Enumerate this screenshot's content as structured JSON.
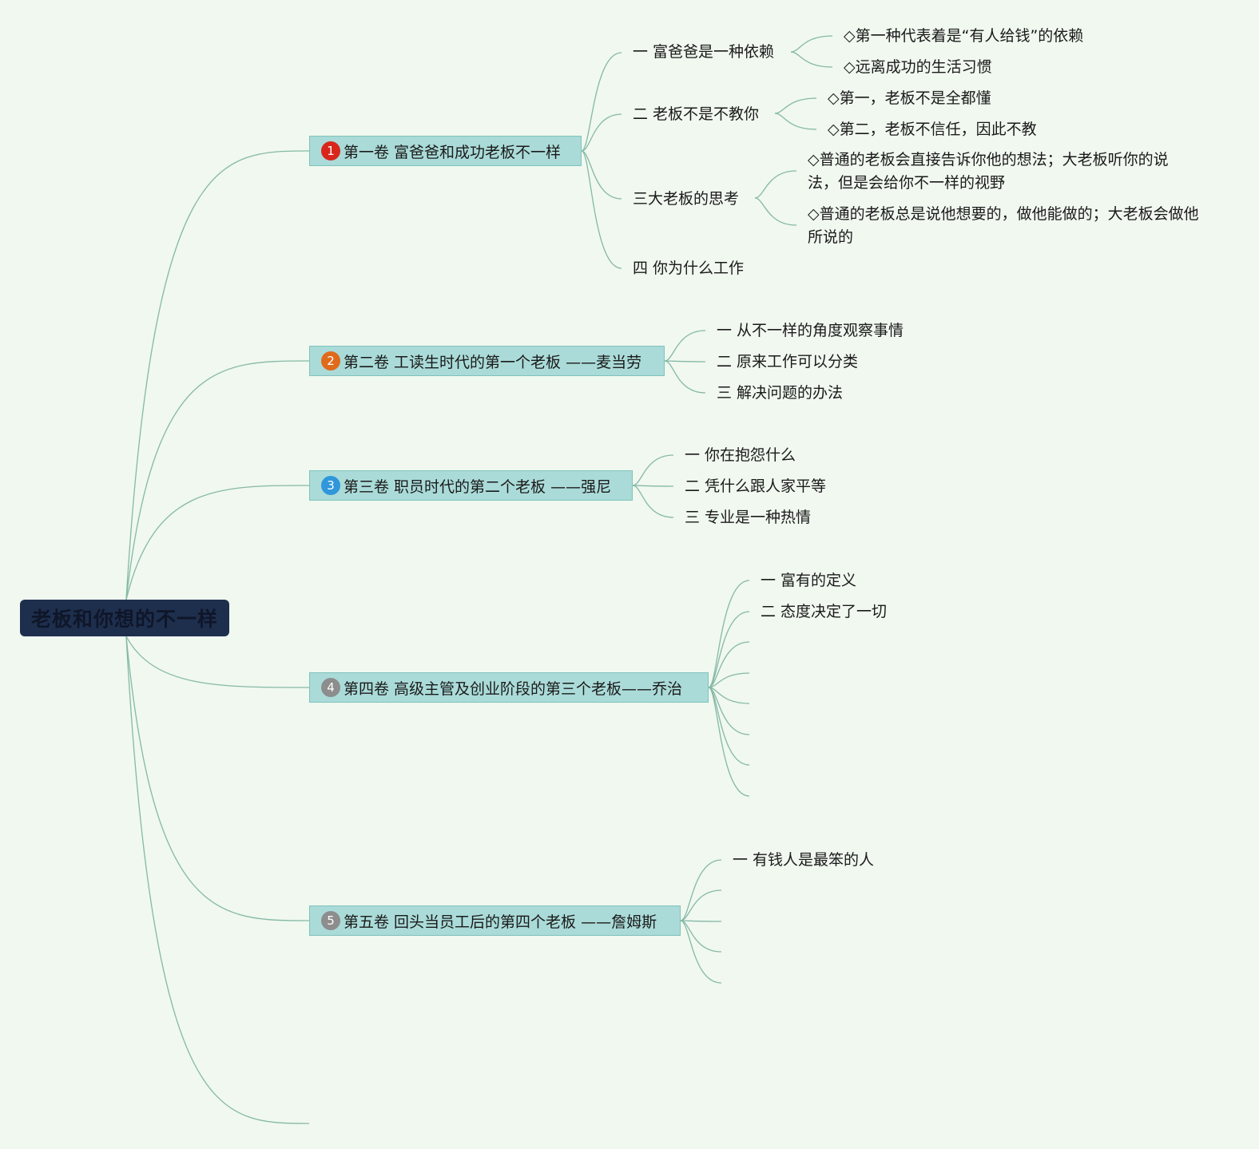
{
  "root": {
    "label": "老板和你想的不一样"
  },
  "branches": [
    {
      "label": "第一卷 富爸爸和成功老板不一样",
      "badge": "1",
      "badge_color": "#d8261c",
      "children": [
        {
          "label": "一 富爸爸是一种依赖",
          "children": [
            "◇第一种代表着是“有人给钱”的依赖",
            "◇远离成功的生活习惯"
          ]
        },
        {
          "label": "二 老板不是不教你",
          "children": [
            "◇第一，老板不是全都懂",
            "◇第二，老板不信任，因此不教"
          ]
        },
        {
          "label": "三大老板的思考",
          "children": [
            "◇普通的老板会直接告诉你他的想法；大老板听你的说法，但是会给你不一样的视野",
            "◇普通的老板总是说他想要的，做他能做的；大老板会做他所说的"
          ]
        },
        {
          "label": "四 你为什么工作",
          "children": []
        }
      ]
    },
    {
      "label": "第二卷 工读生时代的第一个老板 ——麦当劳",
      "badge": "2",
      "badge_color": "#e06a1c",
      "children": [
        {
          "label": "一 从不一样的角度观察事情"
        },
        {
          "label": "二 原来工作可以分类"
        },
        {
          "label": "三 解决问题的办法"
        }
      ]
    },
    {
      "label": "第三卷 职员时代的第二个老板 ——强尼",
      "badge": "3",
      "badge_color": "#2f97da",
      "children": [
        {
          "label": "一 你在抱怨什么"
        },
        {
          "label": "二 凭什么跟人家平等"
        },
        {
          "label": "三 专业是一种热情"
        }
      ]
    },
    {
      "label": "第四卷 高级主管及创业阶段的第三个老板——乔治",
      "badge": "4",
      "badge_color": "#8d8d8d",
      "children": [
        {
          "label": "一 富有的定义"
        },
        {
          "label": "二 态度决定了一切"
        },
        {
          "label": ""
        },
        {
          "label": ""
        },
        {
          "label": ""
        },
        {
          "label": ""
        },
        {
          "label": ""
        },
        {
          "label": ""
        }
      ]
    },
    {
      "label": "第五卷 回头当员工后的第四个老板 ——詹姆斯",
      "badge": "5",
      "badge_color": "#8d8d8d",
      "children": [
        {
          "label": "一 有钱人是最笨的人"
        },
        {
          "label": ""
        },
        {
          "label": ""
        },
        {
          "label": ""
        },
        {
          "label": ""
        }
      ]
    }
  ]
}
